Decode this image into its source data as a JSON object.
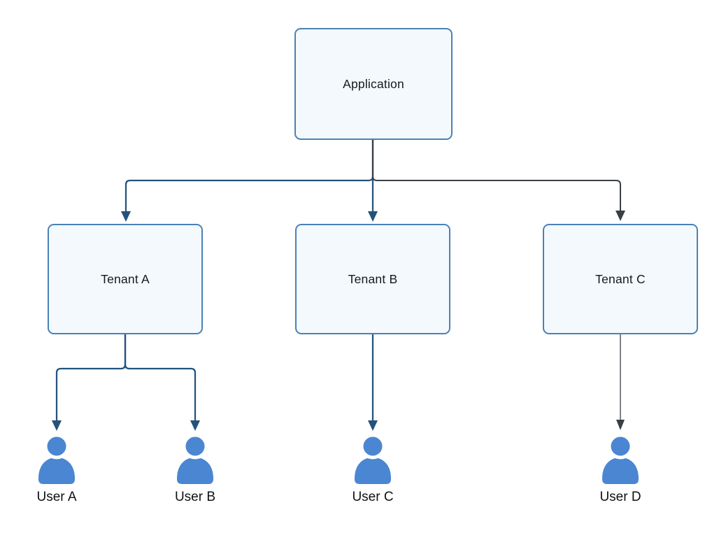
{
  "diagram": {
    "type": "hierarchy",
    "nodes": {
      "application": {
        "label": "Application",
        "kind": "box"
      },
      "tenant_a": {
        "label": "Tenant A",
        "kind": "box"
      },
      "tenant_b": {
        "label": "Tenant B",
        "kind": "box"
      },
      "tenant_c": {
        "label": "Tenant C",
        "kind": "box"
      },
      "user_a": {
        "label": "User A",
        "kind": "person-icon"
      },
      "user_b": {
        "label": "User B",
        "kind": "person-icon"
      },
      "user_c": {
        "label": "User C",
        "kind": "person-icon"
      },
      "user_d": {
        "label": "User D",
        "kind": "person-icon"
      }
    },
    "edges": [
      {
        "from": "Application",
        "to": "Tenant A",
        "style": "solid-arrow",
        "color": "#24527c"
      },
      {
        "from": "Application",
        "to": "Tenant B",
        "style": "solid-arrow",
        "color": "#24527c"
      },
      {
        "from": "Application",
        "to": "Tenant C",
        "style": "solid-arrow",
        "color": "#3a3f46"
      },
      {
        "from": "Tenant A",
        "to": "User A",
        "style": "solid-arrow",
        "color": "#24527c"
      },
      {
        "from": "Tenant A",
        "to": "User B",
        "style": "solid-arrow",
        "color": "#24527c"
      },
      {
        "from": "Tenant B",
        "to": "User C",
        "style": "solid-arrow",
        "color": "#24527c"
      },
      {
        "from": "Tenant C",
        "to": "User D",
        "style": "solid-arrow",
        "color": "#3a3f46"
      }
    ],
    "colors": {
      "background": "#ffffff",
      "box_border": "#4a81b7",
      "box_fill": "#f4f9fd",
      "edge_blue": "#24527c",
      "edge_dark": "#3a3f46",
      "user_icon": "#4a86d2",
      "text": "#16191d"
    }
  }
}
